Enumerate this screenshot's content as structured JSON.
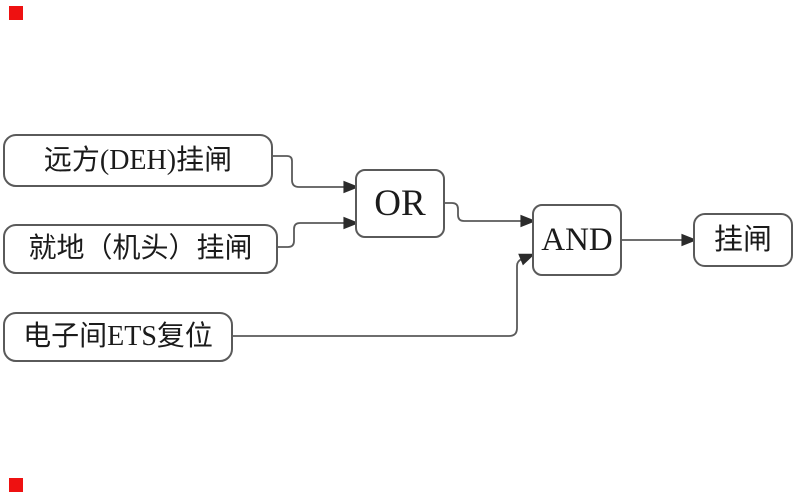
{
  "diagram": {
    "type": "logic-flow",
    "nodes": [
      {
        "id": "remote-deh-latch",
        "label": "远方(DEH)挂闸",
        "kind": "input"
      },
      {
        "id": "local-head-latch",
        "label": "就地（机头）挂闸",
        "kind": "input"
      },
      {
        "id": "ets-reset",
        "label": "电子间ETS复位",
        "kind": "input"
      },
      {
        "id": "or-gate",
        "label": "OR",
        "kind": "gate"
      },
      {
        "id": "and-gate",
        "label": "AND",
        "kind": "gate"
      },
      {
        "id": "latch-output",
        "label": "挂闸",
        "kind": "output"
      }
    ],
    "edges": [
      {
        "from": "remote-deh-latch",
        "to": "or-gate"
      },
      {
        "from": "local-head-latch",
        "to": "or-gate"
      },
      {
        "from": "or-gate",
        "to": "and-gate"
      },
      {
        "from": "ets-reset",
        "to": "and-gate"
      },
      {
        "from": "and-gate",
        "to": "latch-output"
      }
    ],
    "colors": {
      "line": "#5a5a5a",
      "arrow": "#2b2b2b",
      "text": "#1b1b1b",
      "marker_red": "#ee1111",
      "background": "#ffffff"
    }
  }
}
